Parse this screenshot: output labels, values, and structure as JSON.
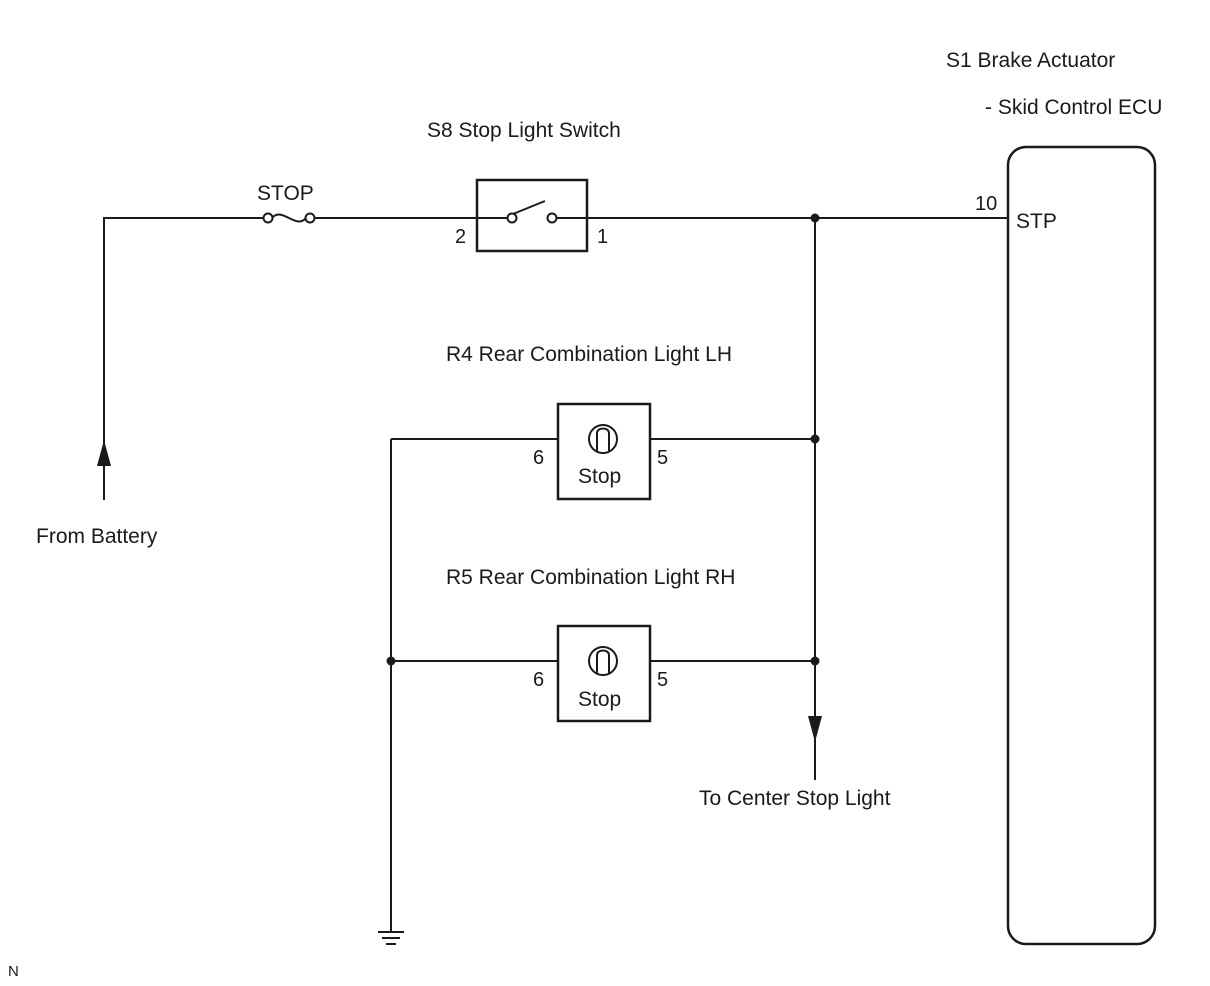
{
  "ecu": {
    "title": "S1  Brake Actuator",
    "subtitle": "- Skid Control ECU",
    "pin_number": "10",
    "pin_name": "STP"
  },
  "fuse": {
    "label": "STOP"
  },
  "stop_light_switch": {
    "title": "S8 Stop Light Switch",
    "pin_left": "2",
    "pin_right": "1"
  },
  "rear_light_lh": {
    "title": "R4 Rear Combination Light LH",
    "bulb_label": "Stop",
    "pin_left": "6",
    "pin_right": "5"
  },
  "rear_light_rh": {
    "title": "R5 Rear Combination Light RH",
    "bulb_label": "Stop",
    "pin_left": "6",
    "pin_right": "5"
  },
  "from_battery": "From Battery",
  "to_center_stop_light": "To Center Stop Light",
  "corner_mark": "N"
}
